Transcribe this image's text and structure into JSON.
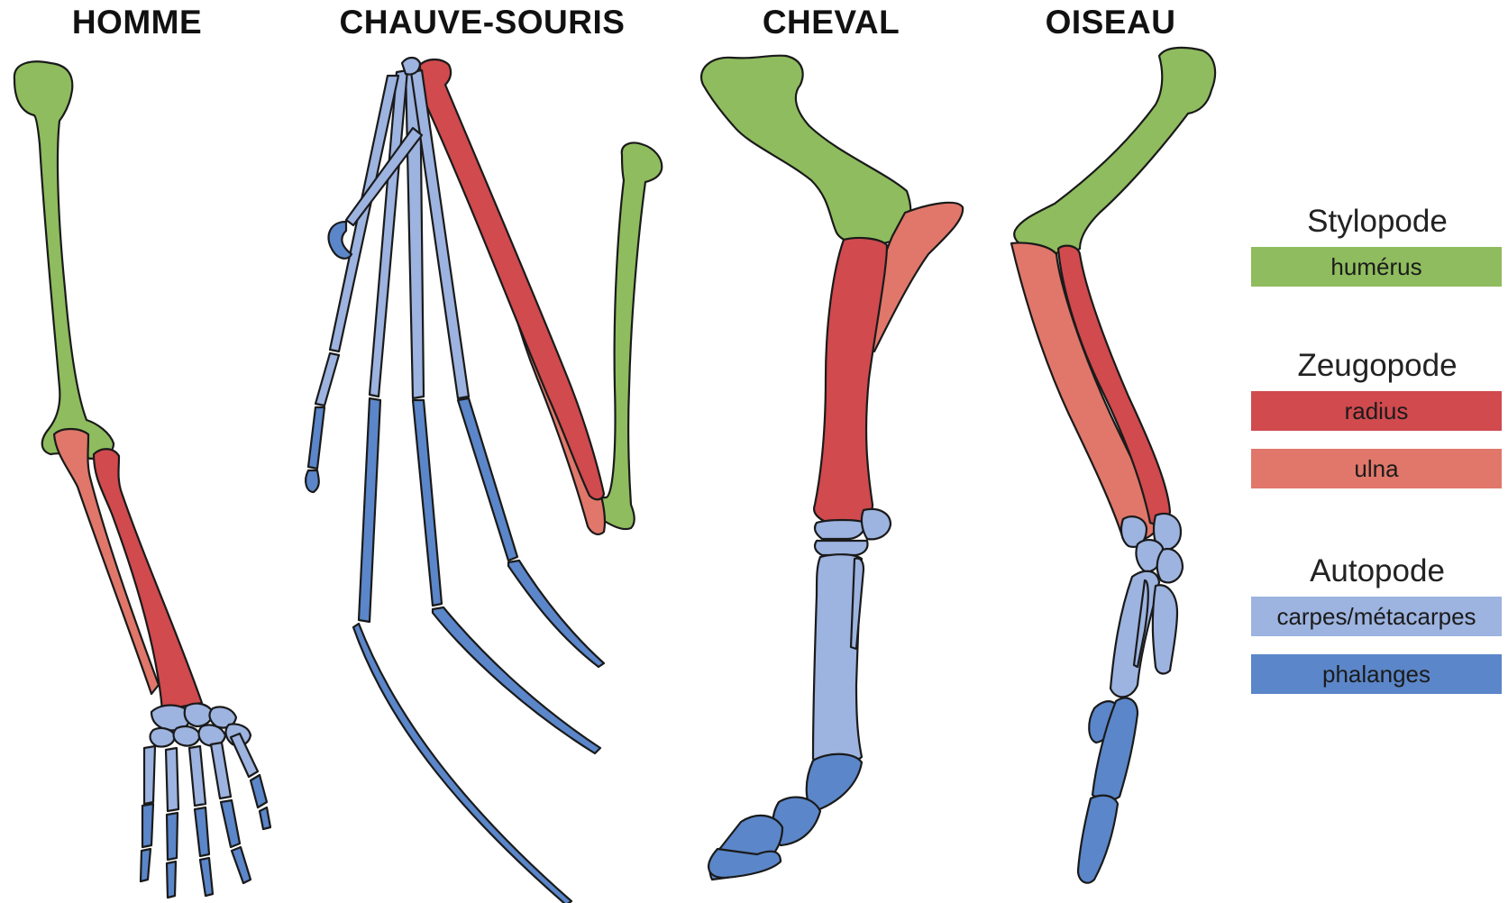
{
  "titles": {
    "homme": "HOMME",
    "chauve_souris": "CHAUVE-SOURIS",
    "cheval": "CHEVAL",
    "oiseau": "OISEAU"
  },
  "colors": {
    "humerus": "#8fbc5e",
    "radius": "#d04a4e",
    "ulna": "#e0776a",
    "carpes": "#9db3e0",
    "phalanges": "#5b86c9",
    "outline": "#1a1a1a"
  },
  "legend": {
    "stylopode": {
      "title": "Stylopode",
      "items": [
        "humérus"
      ]
    },
    "zeugopode": {
      "title": "Zeugopode",
      "items": [
        "radius",
        "ulna"
      ]
    },
    "autopode": {
      "title": "Autopode",
      "items": [
        "carpes/métacarpes",
        "phalanges"
      ]
    }
  }
}
